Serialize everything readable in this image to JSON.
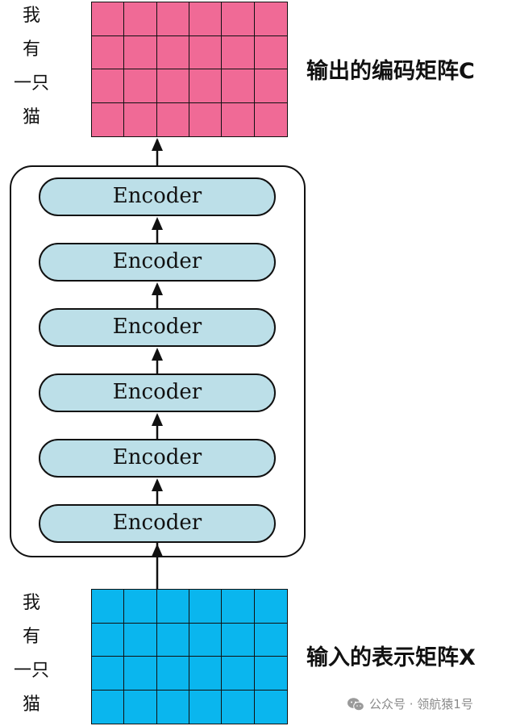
{
  "output_section": {
    "tokens": [
      "我",
      "有",
      "一只",
      "猫"
    ],
    "label": "输出的编码矩阵C",
    "cell_color": "#f06a96",
    "rows": 4,
    "cols": 6
  },
  "encoder_stack": {
    "blocks": [
      "Encoder",
      "Encoder",
      "Encoder",
      "Encoder",
      "Encoder",
      "Encoder"
    ],
    "block_color": "#bcdfe8"
  },
  "input_section": {
    "tokens": [
      "我",
      "有",
      "一只",
      "猫"
    ],
    "label": "输入的表示矩阵X",
    "cell_color": "#0ab6ee",
    "rows": 4,
    "cols": 6
  },
  "watermark": {
    "text": "公众号 · 领航猿1号",
    "icon": "wechat-icon"
  }
}
